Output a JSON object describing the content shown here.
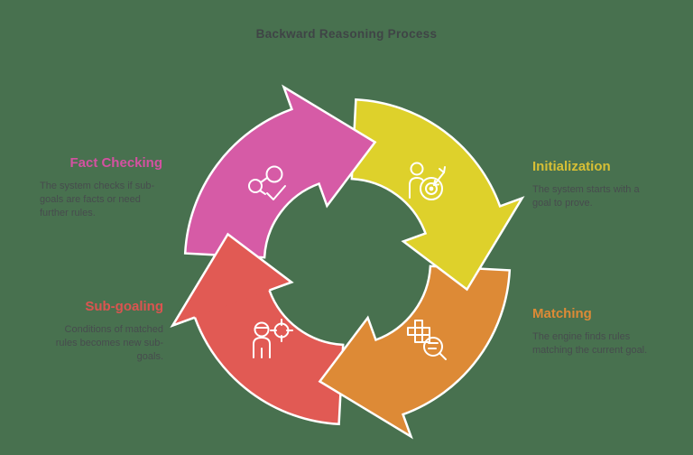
{
  "title": "Backward Reasoning Process",
  "colors": {
    "background": "#48714f",
    "title_text": "#3f4446",
    "body_text": "#474c4e",
    "pink": "#d65ba6",
    "yellow": "#ded12b",
    "orange": "#dd8a36",
    "red": "#e15a54",
    "pink_heading": "#d451a1",
    "yellow_heading": "#d7bf35",
    "orange_heading": "#dd8a36",
    "red_heading": "#dc5450"
  },
  "steps": [
    {
      "id": "fact-checking",
      "label": "Fact Checking",
      "description": "The system checks if sub-goals are facts or need further rules.",
      "icon": "share-check-icon",
      "segment_color_key": "pink"
    },
    {
      "id": "initialization",
      "label": "Initialization",
      "description": "The system starts with a goal to prove.",
      "icon": "person-goal-icon",
      "segment_color_key": "yellow"
    },
    {
      "id": "sub-goaling",
      "label": "Sub-goaling",
      "description": "Conditions of matched rules becomes new sub-goals.",
      "icon": "person-target-icon",
      "segment_color_key": "red"
    },
    {
      "id": "matching",
      "label": "Matching",
      "description": "The engine finds rules matching the current goal.",
      "icon": "grid-search-icon",
      "segment_color_key": "orange"
    }
  ]
}
